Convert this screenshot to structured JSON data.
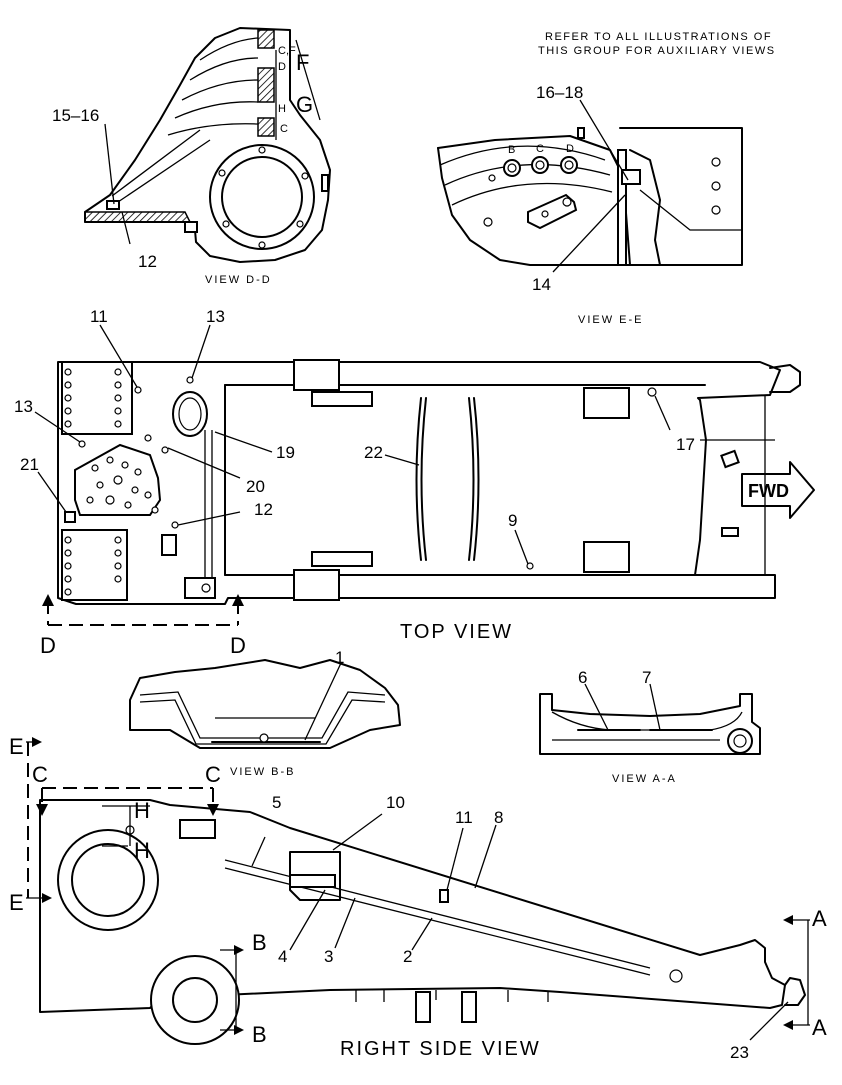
{
  "note": {
    "line1": "REFER TO ALL ILLUSTRATIONS OF",
    "line2": "THIS GROUP FOR AUXILIARY VIEWS"
  },
  "views": {
    "view_dd": "VIEW D-D",
    "view_ee": "VIEW E-E",
    "top": "TOP VIEW",
    "view_bb": "VIEW B-B",
    "view_aa": "VIEW A-A",
    "right_side": "RIGHT SIDE VIEW"
  },
  "direction_arrow": "FWD",
  "callouts": {
    "c1": "1",
    "c2": "2",
    "c3": "3",
    "c4": "4",
    "c5": "5",
    "c6": "6",
    "c7": "7",
    "c8": "8",
    "c9": "9",
    "c10": "10",
    "c11_top": "11",
    "c11_side": "11",
    "c12_top": "12",
    "c12_dd": "12",
    "c13_a": "13",
    "c13_b": "13",
    "c14": "14",
    "c15_16": "15–16",
    "c16_18": "16–18",
    "c17": "17",
    "c19": "19",
    "c20": "20",
    "c21": "21",
    "c22": "22",
    "c23": "23"
  },
  "section_markers": {
    "a_upper": "A",
    "a_lower": "A",
    "b_upper": "B",
    "b_lower": "B",
    "c_left": "C",
    "c_right": "C",
    "d_left": "D",
    "d_right": "D",
    "e_upper": "E",
    "e_lower": "E",
    "h_upper": "H",
    "h_lower": "H",
    "f_big": "F",
    "g_big": "G"
  },
  "detail_letters": {
    "cf": "C,F",
    "d": "D",
    "h": "H",
    "c": "C",
    "port_b": "B",
    "port_c": "C",
    "port_d": "D"
  }
}
